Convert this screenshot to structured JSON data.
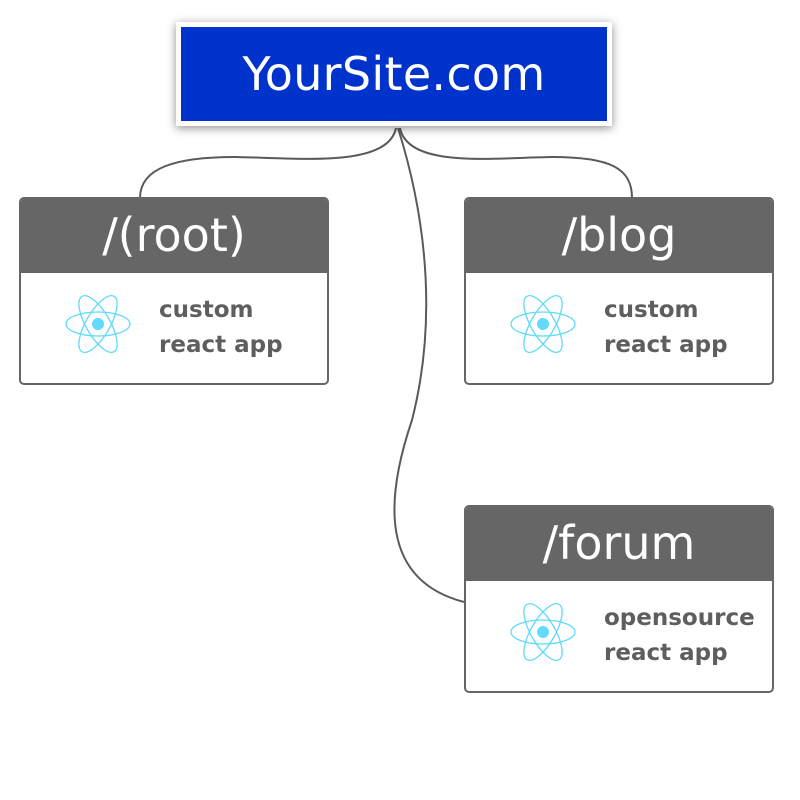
{
  "root": {
    "title": "YourSite.com"
  },
  "routes": [
    {
      "path": "/(root)",
      "line1": "custom",
      "line2": "react app",
      "icon": "react-logo-icon"
    },
    {
      "path": "/blog",
      "line1": "custom",
      "line2": "react app",
      "icon": "react-logo-icon"
    },
    {
      "path": "/forum",
      "line1": "opensource",
      "line2": "react app",
      "icon": "react-logo-icon"
    }
  ],
  "colors": {
    "root_fill": "#0033cc",
    "card_header": "#666666",
    "card_text": "#5e5e5e",
    "react_logo": "#61dafb",
    "connector": "#5a5a5a"
  }
}
